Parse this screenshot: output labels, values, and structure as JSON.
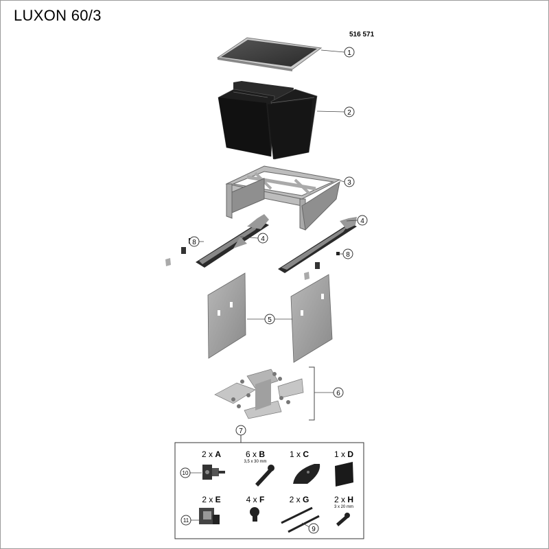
{
  "title": "LUXON 60/3",
  "article_number": "516 571",
  "callouts": {
    "c1": "1",
    "c2": "2",
    "c3": "3",
    "c4a": "4",
    "c4b": "4",
    "c5": "5",
    "c6": "6",
    "c7": "7",
    "c8a": "8",
    "c8b": "8",
    "c9": "9",
    "c10": "10",
    "c11": "11"
  },
  "hardware": {
    "A": {
      "qty": "2 x",
      "letter": "A"
    },
    "B": {
      "qty": "6 x",
      "letter": "B",
      "spec": "3,5 x 30 mm"
    },
    "C": {
      "qty": "1 x",
      "letter": "C"
    },
    "D": {
      "qty": "1 x",
      "letter": "D"
    },
    "E": {
      "qty": "2 x",
      "letter": "E"
    },
    "F": {
      "qty": "4 x",
      "letter": "F"
    },
    "G": {
      "qty": "2 x",
      "letter": "G"
    },
    "H": {
      "qty": "2 x",
      "letter": "H",
      "spec": "3 x 20 mm"
    }
  },
  "colors": {
    "part_dark": "#1c1c1c",
    "part_grey": "#9c9c9c",
    "line": "#555555"
  }
}
